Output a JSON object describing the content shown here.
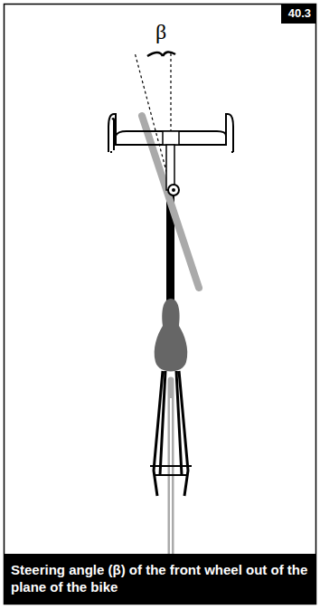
{
  "diagram": {
    "caption": "Steering angle (β) of the front wheel out of the plane of the bike",
    "labels": [
      "40.3",
      "β"
    ]
  }
}
